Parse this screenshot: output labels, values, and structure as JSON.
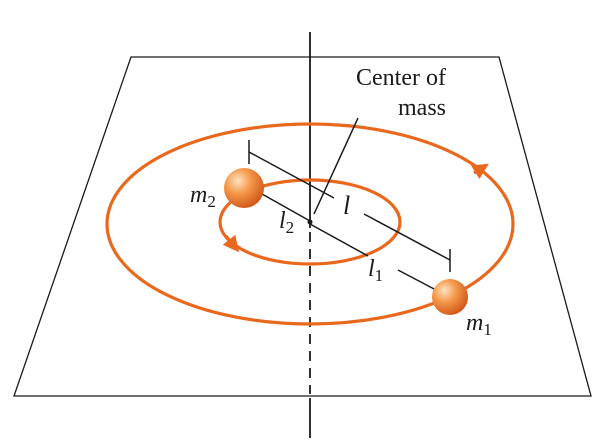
{
  "labels": {
    "center_of_mass_line1": "Center of",
    "center_of_mass_line2": "mass",
    "mass1_base": "m",
    "mass1_sub": "1",
    "mass2_base": "m",
    "mass2_sub": "2",
    "distance_total": "l",
    "distance1_base": "l",
    "distance1_sub": "1",
    "distance2_base": "l",
    "distance2_sub": "2"
  },
  "colors": {
    "orbit": "#e8681e",
    "outline": "#1a1a1a",
    "mass_highlight": "#fde3c4",
    "mass_mid": "#f59a4c",
    "mass_dark": "#d2591a"
  }
}
